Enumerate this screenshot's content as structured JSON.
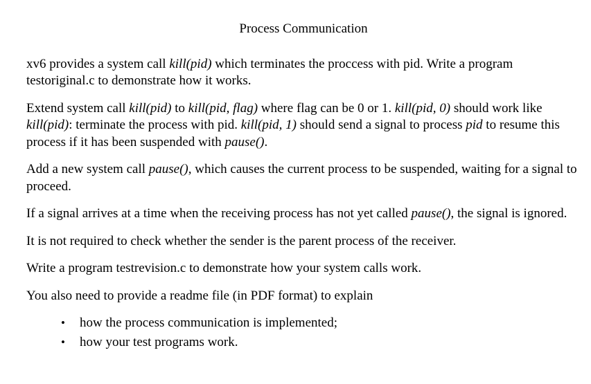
{
  "colors": {
    "background": "#ffffff",
    "text": "#000000"
  },
  "document": {
    "title": "Process Communication",
    "paragraphs": [
      {
        "runs": [
          {
            "text": "xv6 provides a system call ",
            "italic": false
          },
          {
            "text": "kill(pid)",
            "italic": true
          },
          {
            "text": " which terminates the proccess with pid. Write a program testoriginal.c to demonstrate how it works.",
            "italic": false
          }
        ]
      },
      {
        "runs": [
          {
            "text": "Extend system call ",
            "italic": false
          },
          {
            "text": "kill(pid)",
            "italic": true
          },
          {
            "text": " to ",
            "italic": false
          },
          {
            "text": "kill(pid, flag)",
            "italic": true
          },
          {
            "text": " where flag can be 0 or 1. ",
            "italic": false
          },
          {
            "text": "kill(pid, 0)",
            "italic": true
          },
          {
            "text": " should work like ",
            "italic": false
          },
          {
            "text": "kill(pid)",
            "italic": true
          },
          {
            "text": ": terminate the process with pid. ",
            "italic": false
          },
          {
            "text": "kill(pid, 1)",
            "italic": true
          },
          {
            "text": " should send a signal to process ",
            "italic": false
          },
          {
            "text": "pid",
            "italic": true
          },
          {
            "text": " to resume this process if it has been suspended with ",
            "italic": false
          },
          {
            "text": "pause()",
            "italic": true
          },
          {
            "text": ".",
            "italic": false
          }
        ]
      },
      {
        "runs": [
          {
            "text": "Add a new system call ",
            "italic": false
          },
          {
            "text": "pause()",
            "italic": true
          },
          {
            "text": ", which causes the current process to be suspended, waiting for a signal to proceed.",
            "italic": false
          }
        ]
      },
      {
        "runs": [
          {
            "text": "If a signal arrives at a time when the receiving process has not yet called ",
            "italic": false
          },
          {
            "text": "pause()",
            "italic": true
          },
          {
            "text": ", the signal is ignored.",
            "italic": false
          }
        ]
      },
      {
        "runs": [
          {
            "text": "It is not required to check whether the sender is the parent process of the receiver.",
            "italic": false
          }
        ]
      },
      {
        "runs": [
          {
            "text": "Write a program testrevision.c to demonstrate how your system calls work.",
            "italic": false
          }
        ]
      },
      {
        "runs": [
          {
            "text": "You also need to provide a readme file (in PDF format) to explain",
            "italic": false
          }
        ]
      }
    ],
    "bullet_glyph": "•",
    "bullets": [
      "how the process communication is implemented;",
      "how your test programs work."
    ]
  }
}
